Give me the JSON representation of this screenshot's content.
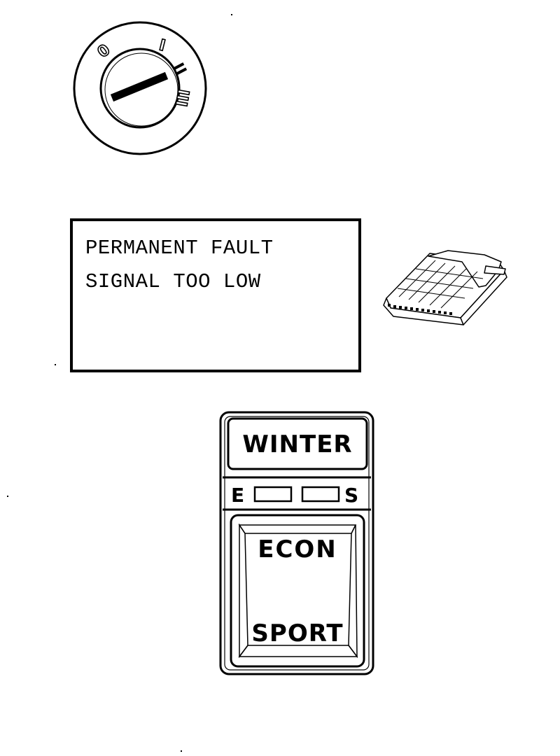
{
  "ignition_switch": {
    "positions": [
      "0",
      "I",
      "II",
      "III"
    ]
  },
  "fault_display": {
    "line1": "PERMANENT FAULT",
    "line2": "SIGNAL TOO LOW"
  },
  "mode_switch": {
    "winter_label": "WINTER",
    "indicator_left": "E",
    "indicator_right": "S",
    "econ_label": "ECON",
    "sport_label": "SPORT"
  }
}
